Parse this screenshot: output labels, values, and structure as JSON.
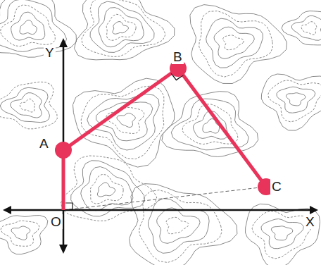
{
  "diagram": {
    "labels": [
      "Y",
      "B",
      "A",
      "C",
      "O",
      "X"
    ]
  }
}
